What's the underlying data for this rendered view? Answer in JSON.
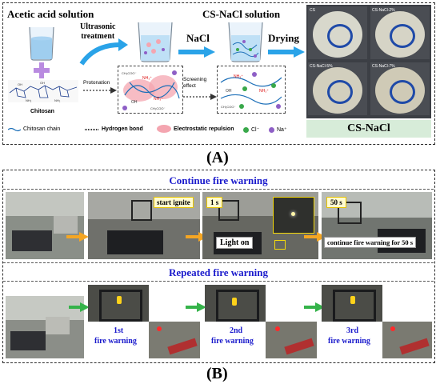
{
  "panelA": {
    "acetic_label": "Acetic acid solution",
    "ultrasonic_label": "Ultrasonic\ntreatment",
    "nacl_label": "NaCl",
    "csnacl_label": "CS-NaCl solution",
    "drying_label": "Drying",
    "chitosan_label": "Chitosan",
    "protonation_label": "Protonation",
    "screening_label": "Screening\neffect",
    "photo_labels": [
      "CS",
      "CS-NaCl-2%",
      "CS-NaCl-5%",
      "CS-NaCl-7%"
    ],
    "product_label": "CS-NaCl",
    "legend": {
      "chain": "Chitosan chain",
      "hbond": "Hydrogen bond",
      "repulsion": "Electrostatic repulsion",
      "cl": "Cl⁻",
      "na": "Na⁺"
    },
    "caption": "(A)"
  },
  "panelB": {
    "continue_title": "Continue fire warning",
    "start_ignite": "start ignite",
    "one_s": "1 s",
    "light_on": "Light on",
    "fifty_s": "50 s",
    "continue_text": "continue fire warning for 50 s",
    "repeated_title": "Repeated fire warning",
    "w1_a": "1st",
    "w1_b": "fire warning",
    "w2_a": "2nd",
    "w2_b": "fire warning",
    "w3_a": "3rd",
    "w3_b": "fire warning",
    "caption": "(B)"
  },
  "colors": {
    "arrow_blue": "#2aa3e8",
    "arrow_orange": "#f5a623",
    "arrow_green": "#35b34a",
    "title_blue": "#1a1acc",
    "repulsion_pink": "#f4a5b0",
    "product_bg": "#d7ecd9"
  }
}
